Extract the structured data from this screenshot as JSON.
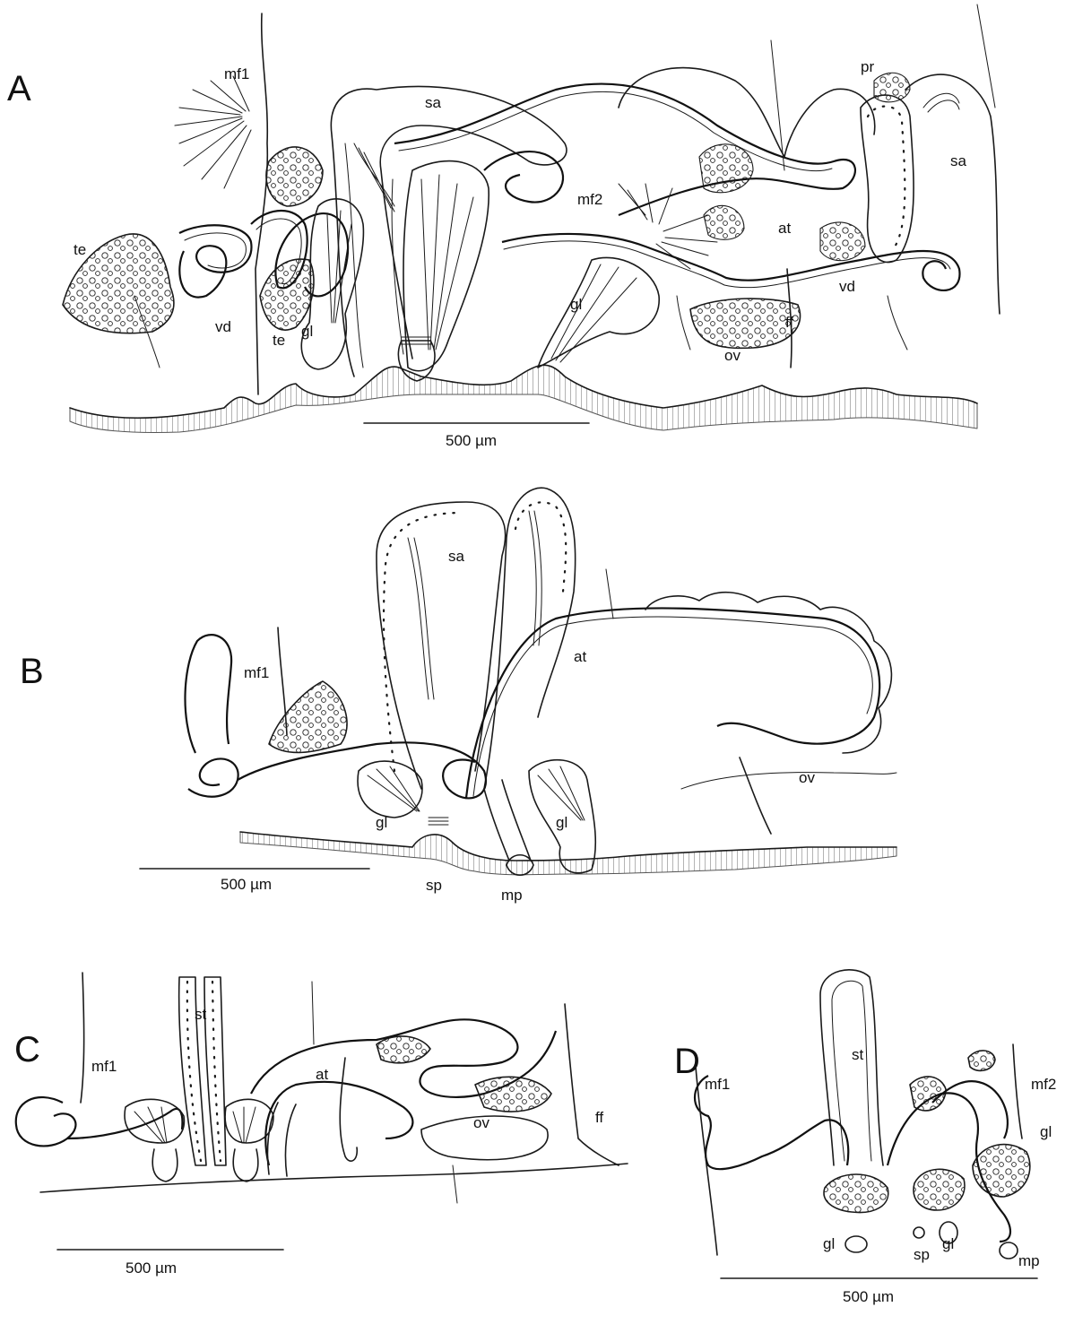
{
  "panels": {
    "A": {
      "letter": "A",
      "labels": {
        "mf1": "mf1",
        "sa_left": "sa",
        "sa_right": "sa",
        "pr": "pr",
        "mf2": "mf2",
        "at": "at",
        "te_left": "te",
        "te_mid": "te",
        "vd_left": "vd",
        "vd_right": "vd",
        "gl_left": "gl",
        "gl_mid": "gl",
        "ov": "ov",
        "ff": "ff"
      },
      "scale": "500 µm"
    },
    "B": {
      "letter": "B",
      "labels": {
        "sa": "sa",
        "at": "at",
        "mf1": "mf1",
        "ov": "ov",
        "gl_left": "gl",
        "gl_right": "gl",
        "sp": "sp",
        "mp": "mp"
      },
      "scale": "500 µm"
    },
    "C": {
      "letter": "C",
      "labels": {
        "st": "st",
        "mf1": "mf1",
        "at": "at",
        "ov": "ov",
        "ff": "ff"
      },
      "scale": "500 µm"
    },
    "D": {
      "letter": "D",
      "labels": {
        "st": "st",
        "mf1": "mf1",
        "mf2": "mf2",
        "gl_right": "gl",
        "gl_left": "gl",
        "gl_mid": "gl",
        "sp": "sp",
        "mp": "mp"
      },
      "scale": "500 µm"
    }
  }
}
